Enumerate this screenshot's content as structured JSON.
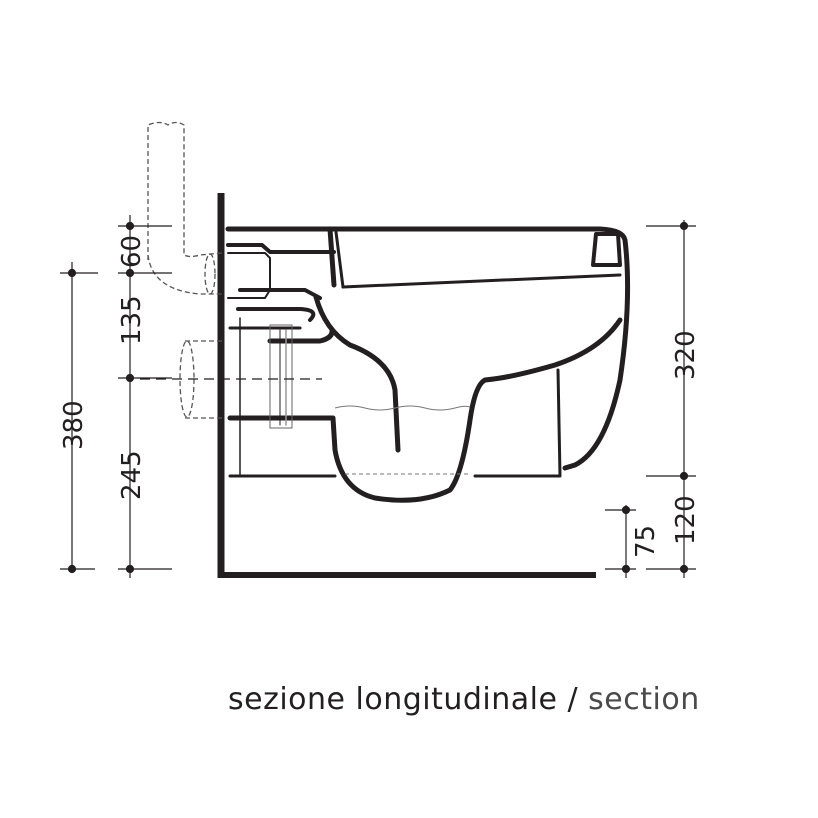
{
  "diagram": {
    "type": "technical-section-drawing",
    "subject": "wall-hung toilet, longitudinal section",
    "caption": {
      "primary": "sezione longitudinale",
      "separator": "/",
      "secondary": "section"
    },
    "dimensions_left": {
      "outer": {
        "label": "380"
      },
      "inner": [
        {
          "label": "60"
        },
        {
          "label": "135"
        },
        {
          "label": "245"
        }
      ]
    },
    "dimensions_right": {
      "outer": [
        {
          "label": "320"
        },
        {
          "label": "120"
        }
      ],
      "inner": [
        {
          "label": "75"
        }
      ]
    },
    "colors": {
      "line": "#231f20",
      "hidden_line": "#555555",
      "background": "#ffffff"
    }
  }
}
